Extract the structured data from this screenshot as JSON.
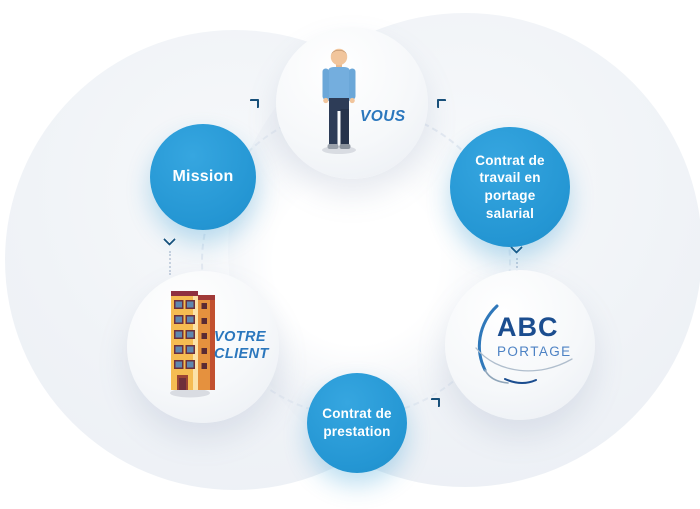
{
  "palette": {
    "step_circle_blue": "#2496d3",
    "arrow_blue": "#174f79",
    "entity_label_blue": "#2b77bd",
    "logo_navy": "#1b4d8f",
    "logo_light_blue": "#4d82c4",
    "background_gray": "#eff2f7"
  },
  "diagram": {
    "mission": {
      "label": "Mission"
    },
    "vous": {
      "label": "VOUS",
      "illustration": "person"
    },
    "contrat_travail": {
      "label": "Contrat de travail en portage salarial"
    },
    "abc": {
      "name": "ABC",
      "subname": "PORTAGE",
      "illustration": "abc-portage-logo"
    },
    "prestation": {
      "label": "Contrat de prestation"
    },
    "client": {
      "label": "VOTRE CLIENT",
      "illustration": "building"
    }
  }
}
